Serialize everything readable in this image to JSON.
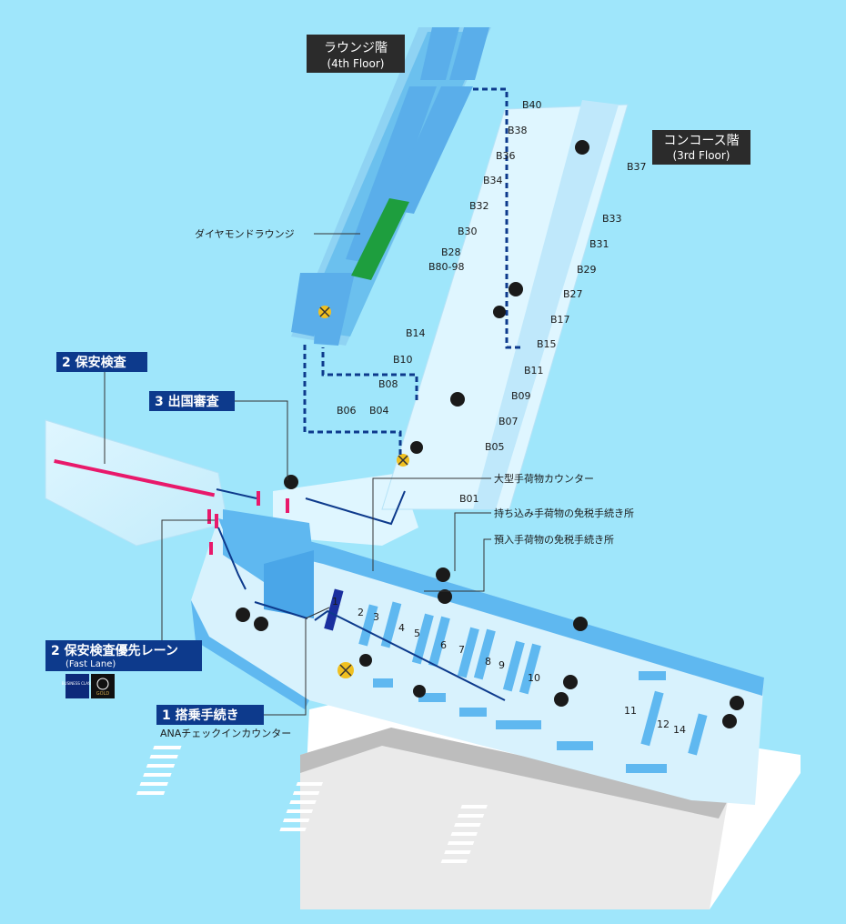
{
  "floors": {
    "lounge": {
      "title": "ラウンジ階",
      "subtitle": "(4th Floor)"
    },
    "concourse": {
      "title": "コンコース階",
      "subtitle": "(3rd Floor)"
    }
  },
  "steps": {
    "security": "2 保安検査",
    "emigration": "3 出国審査",
    "fast_lane": "2 保安検査優先レーン",
    "fast_lane_sub": "(Fast Lane)",
    "checkin": "1 搭乗手続き",
    "checkin_sub": "ANAチェックインカウンター"
  },
  "badges": {
    "business": "BUSINESS CLASS",
    "gold": "GOLD"
  },
  "facilities": {
    "diamond_lounge": "ダイヤモンドラウンジ",
    "oversize": "大型手荷物カウンター",
    "carryon_taxfree": "持ち込み手荷物の免税手続き所",
    "checked_taxfree": "預入手荷物の免税手続き所"
  },
  "gates": [
    "B40",
    "B38",
    "B36",
    "B34",
    "B32",
    "B30",
    "B28",
    "B80-98",
    "B14",
    "B10",
    "B08",
    "B06",
    "B04",
    "B37",
    "B33",
    "B31",
    "B29",
    "B27",
    "B17",
    "B15",
    "B11",
    "B09",
    "B07",
    "B05",
    "B01"
  ],
  "counters": [
    "1",
    "2",
    "3",
    "4",
    "5",
    "6",
    "7",
    "8",
    "9",
    "10",
    "11",
    "12",
    "14"
  ],
  "colors": {
    "sea": "#9fe6fb",
    "navy": "#0d3a8c",
    "label_bg": "#2b2b2b",
    "lounge_green": "#1e9e3e",
    "security_pink": "#e8196b"
  }
}
